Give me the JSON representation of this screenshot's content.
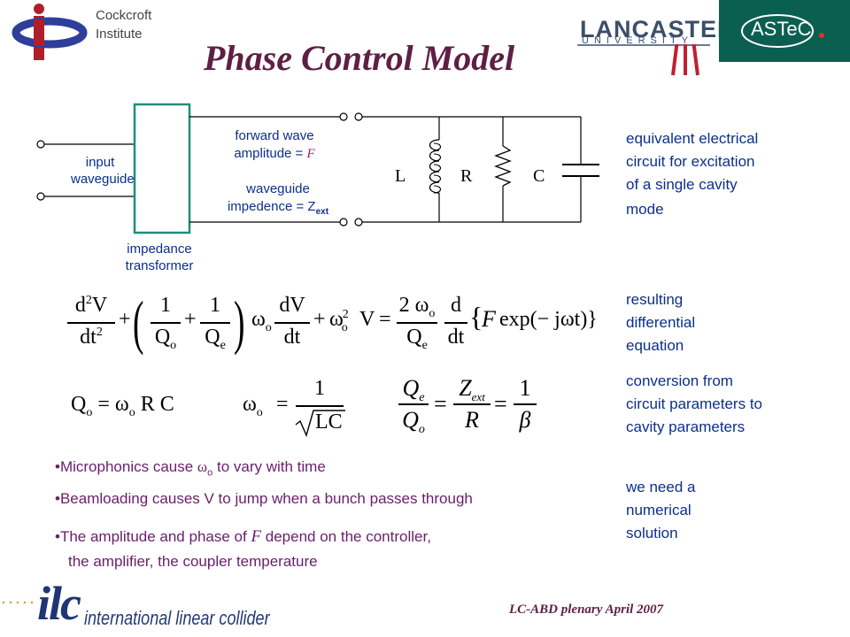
{
  "header": {
    "title": "Phase Control Model",
    "cockcroft_line1": "Cockcroft",
    "cockcroft_line2": "Institute",
    "lancaster": "LANCASTER",
    "lancaster_sub": "UNIVERSITY",
    "astec": "ASTeC"
  },
  "circuit": {
    "input_label_1": "input",
    "input_label_2": "waveguide",
    "forward_1": "forward wave",
    "forward_2": "amplitude = ",
    "forward_symbol": "F",
    "impedence_1": "waveguide",
    "impedence_2": "impedence = Z",
    "impedence_sub": "ext",
    "transformer_1": "impedance",
    "transformer_2": "transformer",
    "L": "L",
    "R": "R",
    "C": "C"
  },
  "side_notes": {
    "note1": [
      "equivalent electrical",
      "circuit for excitation",
      "of a single cavity",
      "mode"
    ],
    "note2": [
      "resulting",
      "differential",
      "equation"
    ],
    "note3": [
      "conversion from",
      "circuit parameters to",
      "cavity parameters"
    ],
    "note4": [
      "we need a",
      "numerical",
      "solution"
    ]
  },
  "equations": {
    "d2V": "d",
    "sup2": "2",
    "V": "V",
    "dt2": "dt",
    "one": "1",
    "Qo": "Q",
    "o_sub": "o",
    "Qe": "Q",
    "e_sub": "e",
    "omega": "ω",
    "plus": "+",
    "equals": "=",
    "dV": "dV",
    "dt": "dt",
    "two_omega": "2 ω",
    "d": "d",
    "exp_text": "exp(− jωt)}",
    "F": "F",
    "brace_open": "{",
    "lp": "(",
    "rp": ")",
    "Qo_eq_left": "Q",
    "Qo_eq_right": "= ω",
    "RC": " R C",
    "omega_o_eq": "ω",
    "sqrtLC": "LC",
    "Zext": "Z",
    "ext_sub": "ext",
    "R": "R",
    "beta": "β"
  },
  "bullets": {
    "b1_a": "•Microphonics cause ",
    "b1_sym": "ω",
    "b1_sub": "o",
    "b1_b": " to vary with time",
    "b2": "•Beamloading causes V to jump when a bunch passes through",
    "b3_a": "•The amplitude and phase of ",
    "b3_sym": "F",
    "b3_b": " depend on the controller,",
    "b3_line2": "the amplifier, the coupler temperature"
  },
  "footer": {
    "ilc_logo": "ilc",
    "ilc_text": "international linear collider",
    "date": "LC-ABD plenary April 2007"
  }
}
